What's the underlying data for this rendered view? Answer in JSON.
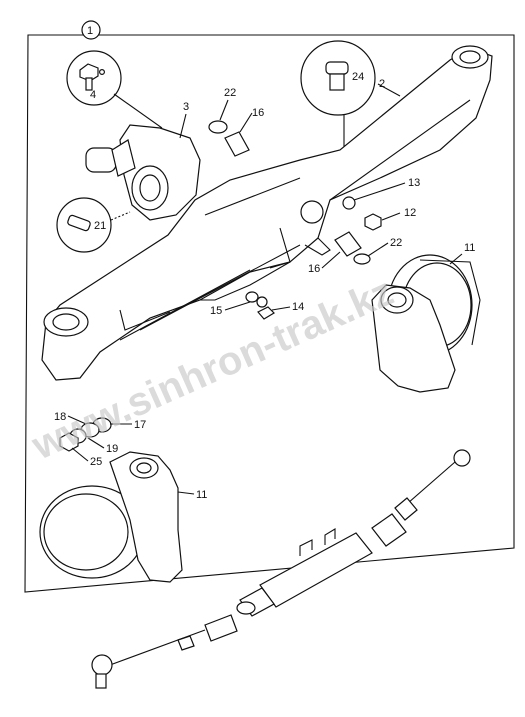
{
  "diagram": {
    "callout_main": "1",
    "labels": {
      "l2": "2",
      "l3": "3",
      "l4": "4",
      "l11a": "11",
      "l11b": "11",
      "l12": "12",
      "l13": "13",
      "l14": "14",
      "l15": "15",
      "l16a": "16",
      "l16b": "16",
      "l17": "17",
      "l18": "18",
      "l19": "19",
      "l21": "21",
      "l22a": "22",
      "l22b": "22",
      "l24": "24",
      "l25": "25"
    },
    "watermark": "www.sinhron-trak.kz"
  }
}
